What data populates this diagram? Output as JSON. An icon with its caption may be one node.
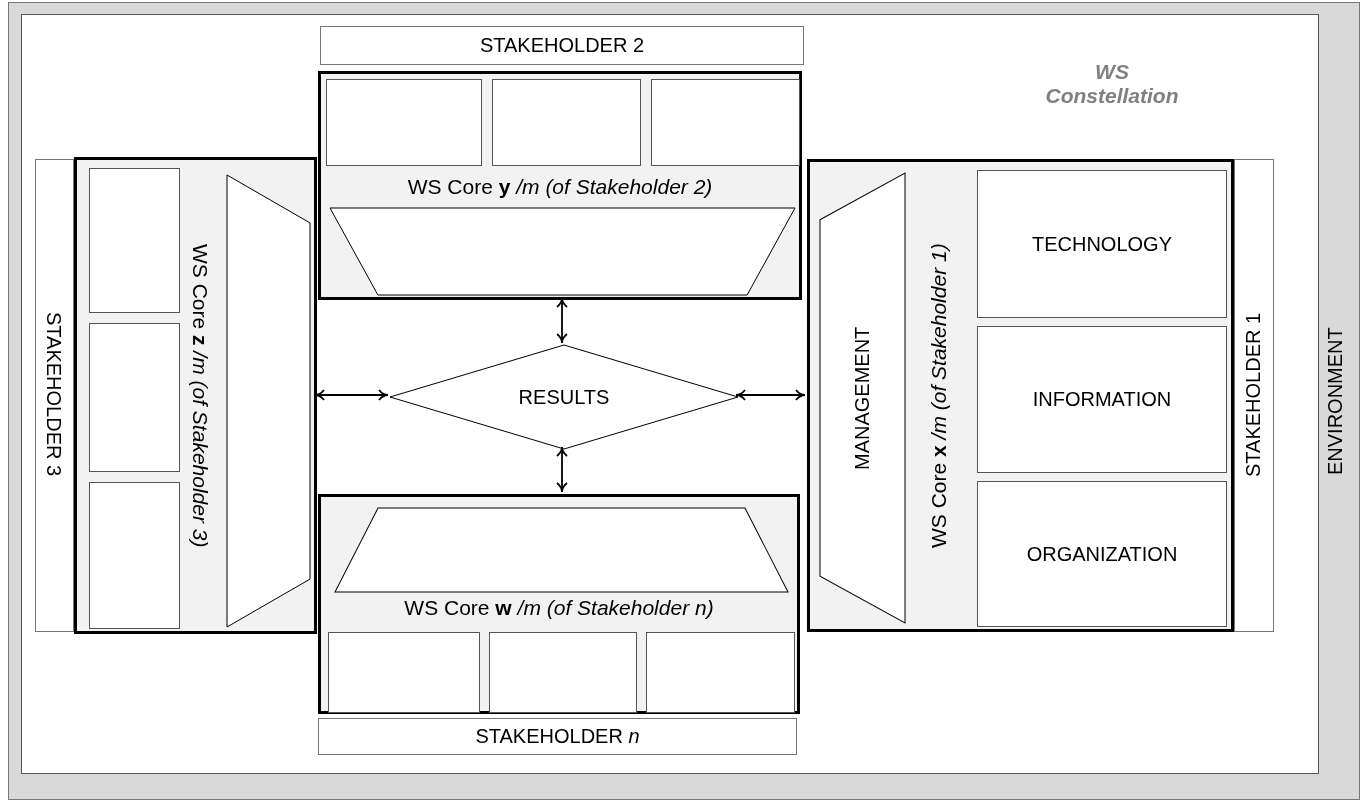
{
  "diagram": {
    "nodes": [
      {
        "text": [
          "ENVIRONMENT"
        ]
      },
      {
        "text": [
          "WS Constellation"
        ],
        "in": 0
      },
      {
        "text": [
          "STAKEHOLDER 2"
        ],
        "in": 1
      },
      {
        "text": [
          "WS Core **y** */m (of Stakeholder 2)*"
        ],
        "in": 1
      },
      {
        "text": [],
        "shape": "box",
        "in": 3
      },
      {
        "text": [],
        "shape": "box",
        "in": 3
      },
      {
        "text": [],
        "shape": "box",
        "in": 3
      },
      {
        "text": [],
        "shape": "trapezoid",
        "in": 3
      },
      {
        "text": [
          "STAKEHOLDER 3"
        ],
        "in": 1
      },
      {
        "text": [
          "WS Core **z** */m (of Stakeholder 3)*"
        ],
        "in": 1
      },
      {
        "text": [],
        "shape": "box",
        "in": 9
      },
      {
        "text": [],
        "shape": "box",
        "in": 9
      },
      {
        "text": [],
        "shape": "box",
        "in": 9
      },
      {
        "text": [],
        "shape": "trapezoid",
        "in": 9
      },
      {
        "text": [
          "RESULTS"
        ],
        "in": 1
      },
      {
        "text": [
          "WS Core **x** */m (of Stakeholder 1)*"
        ],
        "in": 1
      },
      {
        "text": [
          "MANAGEMENT"
        ],
        "in": 15
      },
      {
        "text": [
          "TECHNOLOGY"
        ],
        "in": 15
      },
      {
        "text": [
          "INFORMATION"
        ],
        "in": 15
      },
      {
        "text": [
          "ORGANIZATION"
        ],
        "in": 15
      },
      {
        "text": [
          "STAKEHOLDER 1"
        ],
        "in": 1
      },
      {
        "text": [
          "WS Core **w** */m (of Stakeholder n)*"
        ],
        "in": 1
      },
      {
        "text": [],
        "shape": "trapezoid",
        "in": 21
      },
      {
        "text": [],
        "shape": "box",
        "in": 21
      },
      {
        "text": [],
        "shape": "box",
        "in": 21
      },
      {
        "text": [],
        "shape": "box",
        "in": 21
      },
      {
        "text": [
          "STAKEHOLDER *n*"
        ],
        "in": 1
      }
    ],
    "edges": [
      {
        "from": 14,
        "to": 3,
        "arrow": "both"
      },
      {
        "from": 14,
        "to": 9,
        "arrow": "both"
      },
      {
        "from": 14,
        "to": 15,
        "arrow": "both"
      },
      {
        "from": 14,
        "to": 21,
        "arrow": "both"
      }
    ]
  }
}
